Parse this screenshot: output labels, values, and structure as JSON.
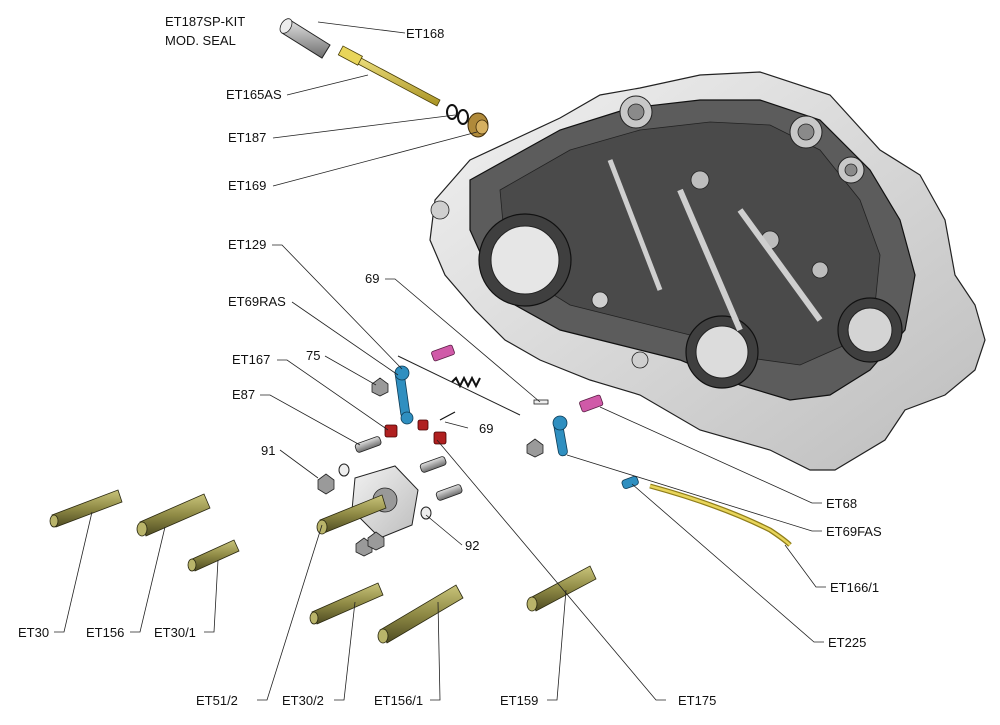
{
  "labels": {
    "et187sp_kit": "ET187SP-KIT",
    "mod_seal": "MOD. SEAL",
    "et168": "ET168",
    "et165as": "ET165AS",
    "et187": "ET187",
    "et169": "ET169",
    "et129": "ET129",
    "et69ras": "ET69RAS",
    "n69_top": "69",
    "et167": "ET167",
    "n75": "75",
    "e87": "E87",
    "n69_mid": "69",
    "n91": "91",
    "n92": "92",
    "et68": "ET68",
    "et69fas": "ET69FAS",
    "et166_1": "ET166/1",
    "et225": "ET225",
    "et30": "ET30",
    "et156": "ET156",
    "et30_1": "ET30/1",
    "et51_2": "ET51/2",
    "et30_2": "ET30/2",
    "et156_1": "ET156/1",
    "et159": "ET159",
    "et175": "ET175"
  },
  "colors": {
    "case_light": "#d9d9d9",
    "case_dark": "#555555",
    "brass": "#d8c24a",
    "olive": "#8f8a45",
    "blue": "#2f8fc0",
    "pink": "#d05aa8",
    "red": "#b02020",
    "nut": "#9a9a9a"
  }
}
